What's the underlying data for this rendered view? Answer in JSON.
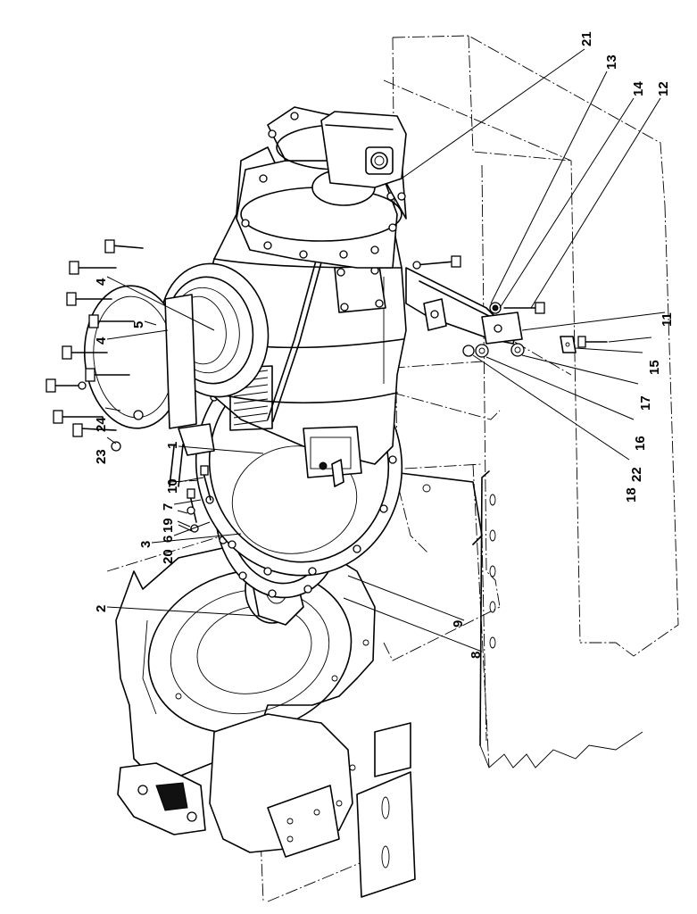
{
  "drawing": {
    "background": "#ffffff",
    "line_color": "#000000",
    "callouts": [
      "1",
      "2",
      "3",
      "4",
      "4",
      "5",
      "6",
      "7",
      "8",
      "9",
      "10",
      "11",
      "12",
      "13",
      "14",
      "15",
      "16",
      "17",
      "18",
      "19",
      "20",
      "21",
      "22",
      "23",
      "24"
    ]
  }
}
